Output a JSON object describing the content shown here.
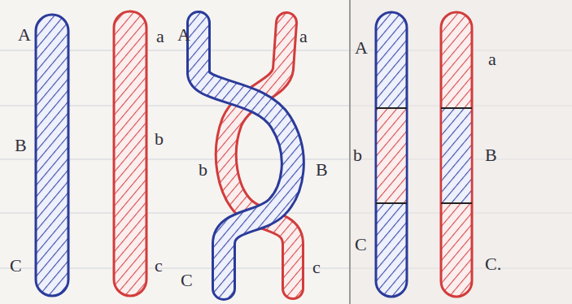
{
  "diagram": {
    "labels": [
      "A",
      "B",
      "C",
      "a",
      "b",
      "c",
      "A",
      "a",
      "b",
      "B",
      "C",
      "c",
      "A",
      "b",
      "C",
      "a",
      "B",
      "C."
    ]
  }
}
